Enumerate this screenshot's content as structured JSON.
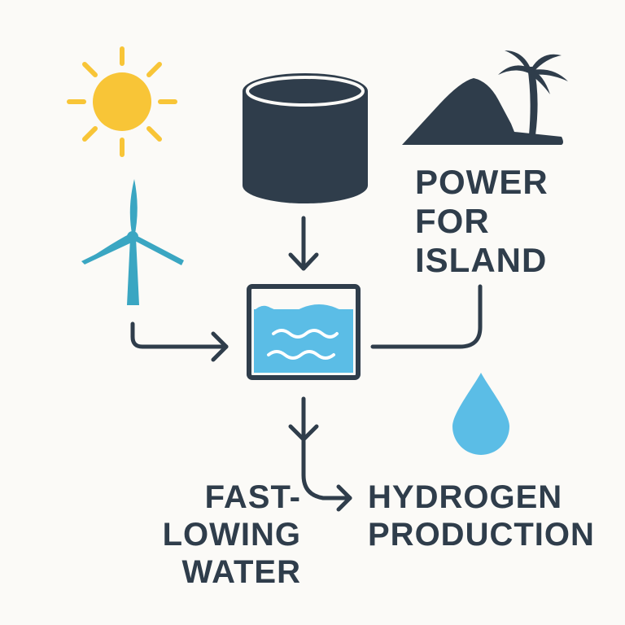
{
  "labels": {
    "power_for_island": [
      "POWER",
      "FOR",
      "ISLAND"
    ],
    "fast_lowing_water": [
      "FAST-LOWING",
      "WATER"
    ],
    "hydrogen_production": [
      "HYDROGEN",
      "PRODUCTION"
    ]
  },
  "icons": {
    "sun": "sun-icon",
    "wind_turbine": "wind-turbine-icon",
    "storage_tank": "cylinder-tank-icon",
    "island": "island-mountain-palm-icon",
    "water_tank": "water-tank-icon",
    "water_drop": "water-drop-icon"
  },
  "colors": {
    "background": "#fbfaf7",
    "dark": "#2f3d4b",
    "sun": "#f8c537",
    "turbine": "#3aa6c2",
    "water": "#5bbde6",
    "wave": "#ffffff"
  }
}
